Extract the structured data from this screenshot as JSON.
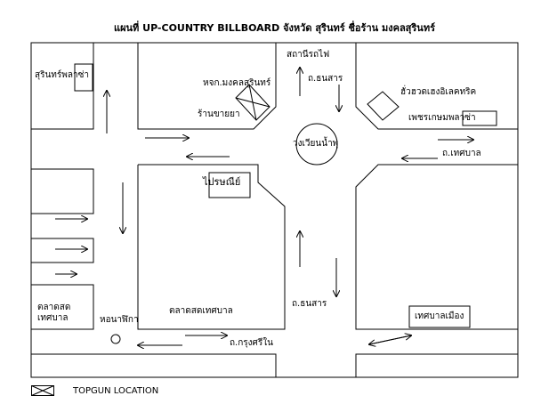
{
  "title": "แผนที่ UP-COUNTRY BILLBOARD จังหวัด สุรินทร์ ชื่อร้าน มงคลสุรินทร์",
  "labels": {
    "surin_plaza": "สุรินทร์พลาซ่า",
    "station": "สถานีรถไฟ",
    "tanasan_top": "ถ.ธนสาร",
    "mongkol_surin": "หจก.มงคลสุรินทร์",
    "retail_shop": "ร้านขายยา",
    "heng_electric": "ฮั่วฮวดเฮงอิเลคทริค",
    "petchkasem_plaza": "เพชรเกษมพลาซ่า",
    "roundabout": "วงเวียนน้ำพุ",
    "tessaban_road": "ถ.เทศบาล",
    "post_office": "ไปรษณีย์",
    "market_left": "ตลาดสด\nเทศบาล",
    "clock_tower": "หอนาฬิกา",
    "market_center": "ตลาดสดเทศบาล",
    "tanasan_bottom": "ถ.ธนสาร",
    "krungsri_road": "ถ.กรุงศรีใน",
    "city_hall": "เทศบาลเมือง"
  },
  "legend": {
    "icon": "crossed-box-icon",
    "label": "TOPGUN LOCATION"
  }
}
